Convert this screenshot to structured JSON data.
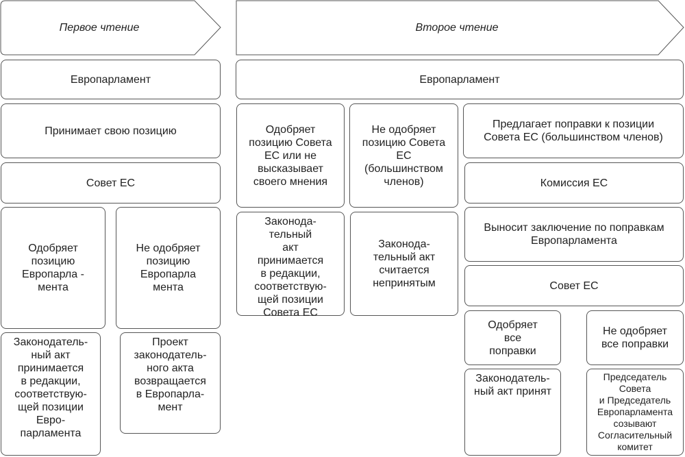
{
  "stages": {
    "first": "Первое чтение",
    "second": "Второе чтение"
  },
  "first": {
    "parliament": "Европарламент",
    "position": "Принимает свою позицию",
    "council": "Совет ЕС",
    "approve": "Одобряет\nпозицию\nЕвропарла -\nмента",
    "reject": "Не одобряет\nпозицию\nЕвропарла\nмента",
    "act_adopted": "Законодатель-\nный акт\nпринимается\nв редакции,\nсоответствую-\nщей позиции\nЕвро-\nпарламента",
    "returned": "Проект\nзаконодатель-\nного акта\nвозвращается\nв Европарла-\nмент"
  },
  "second": {
    "parliament": "Европарламент",
    "approves_council": "Одобряет\nпозицию Совета\nЕС или не\nвысказывает\nсвоего мнения",
    "rejects_council": "Не одобряет\nпозицию Совета\nЕС\n(большинством\nчленов)",
    "amendments": "Предлагает поправки к позиции\nСовета ЕС (большинством членов)",
    "act_council_version": "Законода-\nтельный\nакт\nпринимается\nв редакции,\nсоответствую-\nщей позиции\nСовета ЕС",
    "act_rejected": "Законода-\nтельный акт\nсчитается\nнепринятым",
    "commission": "Комиссия ЕС",
    "opinion": "Выносит заключение по поправкам\nЕвропарламента",
    "council": "Совет ЕС",
    "approves_all": "Одобряет\nвсе\nпоправки",
    "rejects_all": "Не одобряет\nвсе поправки",
    "act_adopted": "Законодатель-\nный акт принят",
    "conciliation": "Председатель\nСовета\nи Председатель\nЕвропарламента\nсозывают\nСогласительный\nкомитет"
  }
}
